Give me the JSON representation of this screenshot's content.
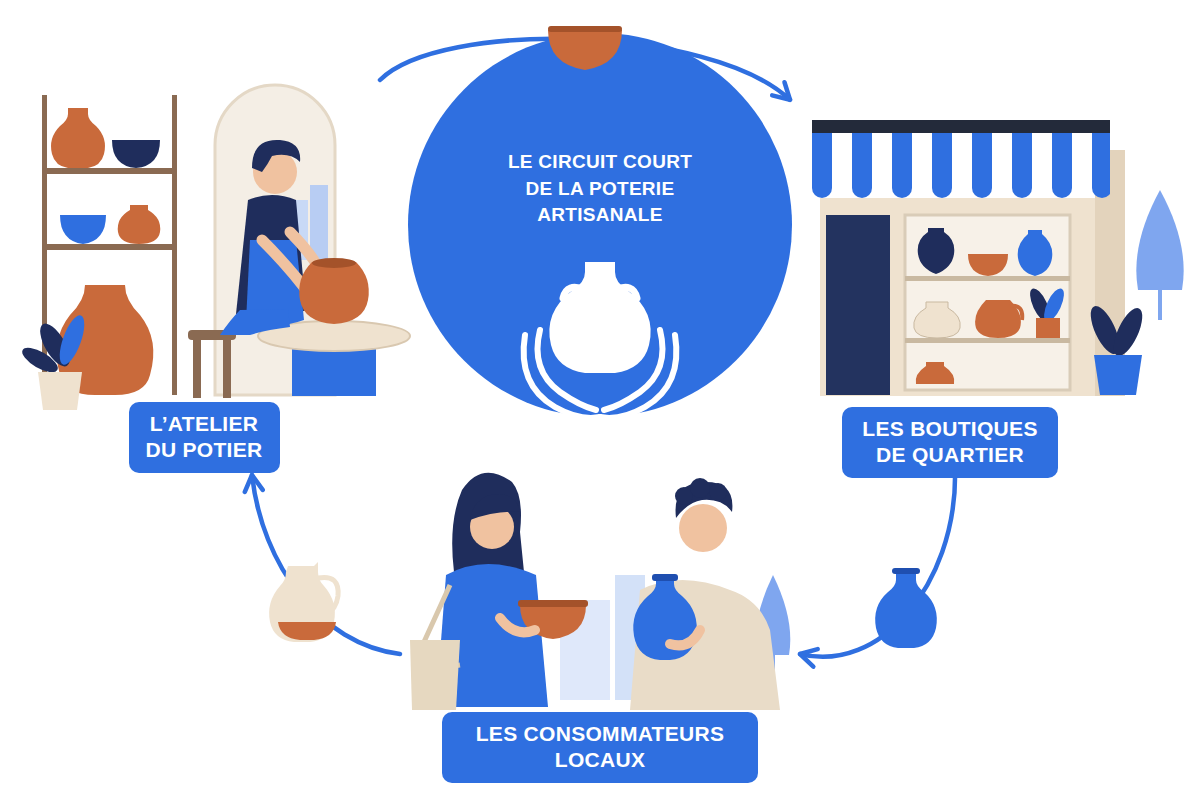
{
  "diagram": {
    "nodes": [
      {
        "text": [
          "LE CIRCUIT COURT DE LA POTERIE ARTISANALE"
        ]
      },
      {
        "text": [
          "L’ATELIER DU POTIER"
        ]
      },
      {
        "text": [
          "LES BOUTIQUES DE QUARTIER"
        ]
      },
      {
        "text": [
          "LES CONSOMMATEURS LOCAUX"
        ]
      }
    ],
    "edges": [
      {
        "from": 1,
        "to": 2,
        "arrow": "to"
      },
      {
        "from": 2,
        "to": 3,
        "arrow": "to"
      },
      {
        "from": 3,
        "to": 1,
        "arrow": "to"
      }
    ]
  }
}
